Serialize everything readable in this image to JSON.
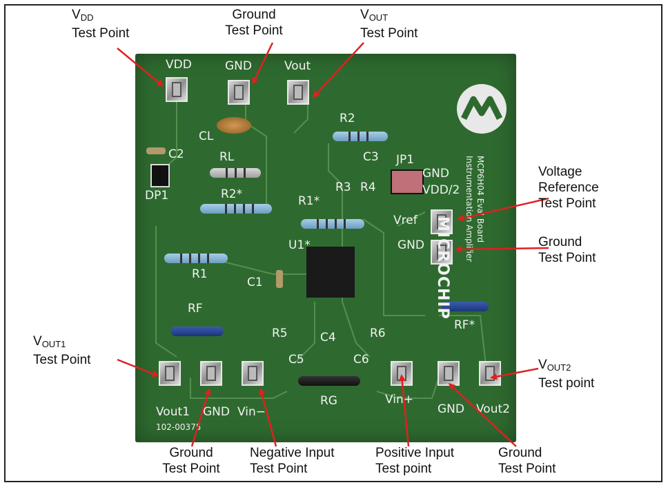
{
  "board": {
    "silkscreen": {
      "vdd": "VDD",
      "gnd_top": "GND",
      "vout": "Vout",
      "cl": "CL",
      "c2": "C2",
      "rl": "RL",
      "dp1": "DP1",
      "r2": "R2",
      "r2s": "R2*",
      "c3": "C3",
      "jp1": "JP1",
      "gnd_jp": "GND",
      "vdd2": "VDD/2",
      "r3": "R3",
      "r4": "R4",
      "r1s": "R1*",
      "u1": "U1*",
      "vref": "Vref",
      "gnd_ref": "GND",
      "r1": "R1",
      "c1": "C1",
      "rf": "RF",
      "rfs": "RF*",
      "r5": "R5",
      "c4": "C4",
      "r6": "R6",
      "c5": "C5",
      "c6": "C6",
      "rg": "RG",
      "vout1": "Vout1",
      "gnd_b1": "GND",
      "vin_minus": "Vin−",
      "vin_plus": "Vin+",
      "gnd_b2": "GND",
      "vout2": "Vout2",
      "part_no": "102-00375",
      "brand": "MICROCHIP",
      "product": "MCP6H04 Eval Board",
      "product2": "Instrumentation Amplifier"
    }
  },
  "callouts": {
    "vdd": {
      "main": "V",
      "sub": "DD",
      "line2": "Test Point"
    },
    "ground_top": {
      "line1": "Ground",
      "line2": "Test Point"
    },
    "vout": {
      "main": "V",
      "sub": "OUT",
      "line2": "Test Point"
    },
    "vref": {
      "line1": "Voltage",
      "line2": "Reference",
      "line3": "Test Point"
    },
    "ground_right": {
      "line1": "Ground",
      "line2": "Test Point"
    },
    "vout1": {
      "main": "V",
      "sub": "OUT1",
      "line2": "Test Point"
    },
    "vout2": {
      "main": "V",
      "sub": "OUT2",
      "line2": "Test point"
    },
    "ground_b1": {
      "line1": "Ground",
      "line2": "Test Point"
    },
    "neg_input": {
      "line1": "Negative Input",
      "line2": "Test Point"
    },
    "pos_input": {
      "line1": "Positive Input",
      "line2": "Test point"
    },
    "ground_b2": {
      "line1": "Ground",
      "line2": "Test Point"
    }
  },
  "colors": {
    "board": "#2e6a2f",
    "arrow": "#e02020",
    "text": "#111111"
  }
}
